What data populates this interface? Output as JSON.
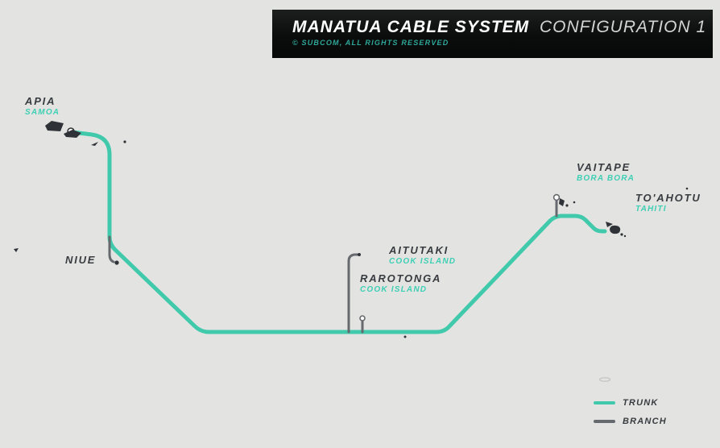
{
  "title_bar": {
    "title_main": "MANATUA CABLE SYSTEM",
    "title_sub": "CONFIGURATION 1",
    "copyright": "© SUBCOM, ALL RIGHTS RESERVED"
  },
  "landing_points": [
    {
      "name": "APIA",
      "region": "SAMOA"
    },
    {
      "name": "NIUE",
      "region": ""
    },
    {
      "name": "AITUTAKI",
      "region": "COOK ISLAND"
    },
    {
      "name": "RAROTONGA",
      "region": "COOK ISLAND"
    },
    {
      "name": "VAITAPE",
      "region": "BORA BORA"
    },
    {
      "name": "TO'AHOTU",
      "region": "TAHITI"
    }
  ],
  "legend": {
    "trunk_label": "TRUNK",
    "branch_label": "BRANCH"
  },
  "colors": {
    "background": "#e3e4e2",
    "trunk": "#41c9ac",
    "branch": "#66696d",
    "label_dark": "#383c40",
    "label_teal": "#3ecfb4",
    "titlebar_bg": "#101010"
  }
}
